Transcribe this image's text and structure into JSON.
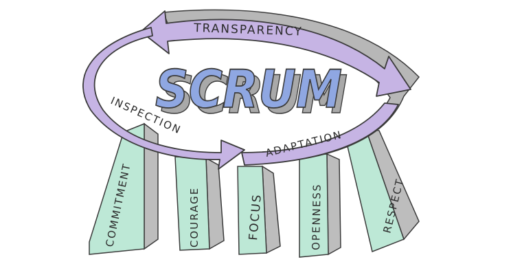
{
  "diagram": {
    "title": "SCRUM",
    "cycle": {
      "top_label": "TRANSPARENCY",
      "left_label": "INSPECTION",
      "bottom_label": "ADAPTATION"
    },
    "pillars": [
      {
        "label": "COMMITMENT"
      },
      {
        "label": "COURAGE"
      },
      {
        "label": "FOCUS"
      },
      {
        "label": "OPENNESS"
      },
      {
        "label": "RESPECT"
      }
    ]
  },
  "colors": {
    "arrow_fill": "#c6b4e4",
    "arrow_shadow": "#b7b7b7",
    "pillar_front": "#bde8d6",
    "pillar_side": "#bdbdbd",
    "title_fill": "#8fa7e2",
    "title_shadow": "#a9a9a9",
    "outline": "#3a3a3a"
  }
}
